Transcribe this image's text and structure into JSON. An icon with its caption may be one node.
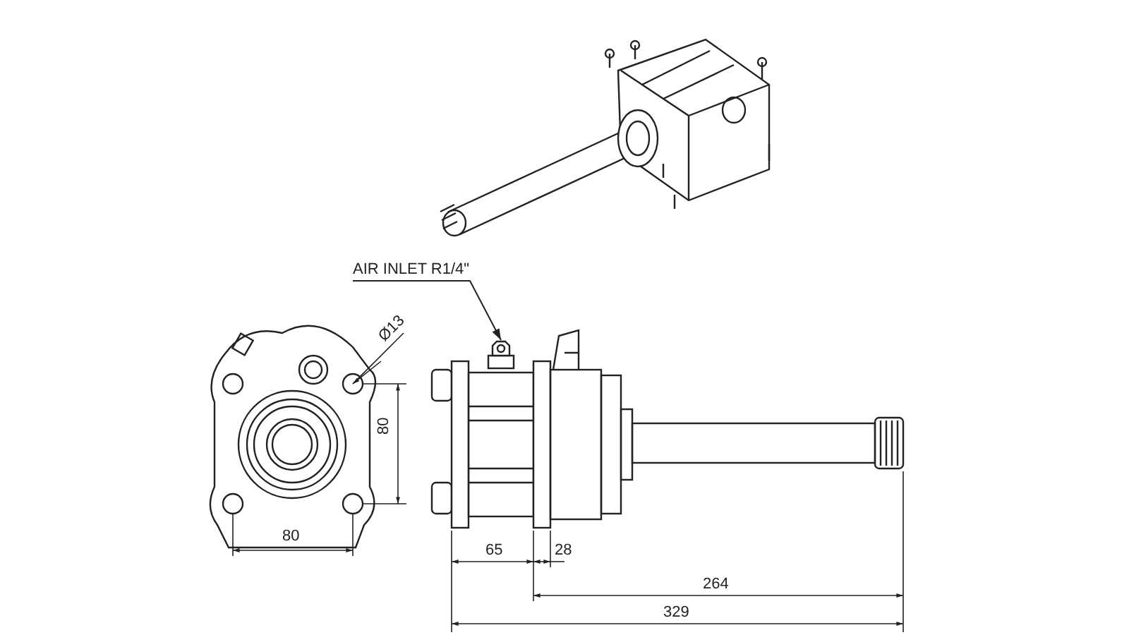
{
  "diagram": {
    "nodes": [
      {
        "text": [
          "AIR INLET R1/4\""
        ]
      },
      {
        "text": [],
        "shape": "picture"
      }
    ],
    "edges": [
      {
        "from": 0,
        "to": 1,
        "arrow": "to"
      }
    ],
    "labels": [
      "Ø13",
      "80",
      "80",
      "65",
      "28",
      "264",
      "329"
    ]
  }
}
